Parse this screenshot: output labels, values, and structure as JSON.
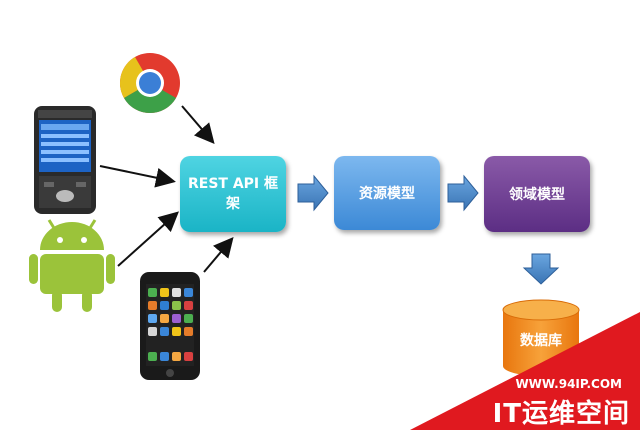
{
  "nodes": {
    "rest_api": "REST API 框架",
    "resource_model": "资源模型",
    "domain_model": "领域模型",
    "database": "数据库"
  },
  "clients": [
    "chrome-browser-icon",
    "windows-mobile-phone-icon",
    "android-icon",
    "iphone-icon"
  ],
  "watermark": {
    "url": "WWW.94IP.COM",
    "text": "IT运维空间"
  },
  "colors": {
    "rest_api": "#2cc2d2",
    "resource_model": "#5aa0e4",
    "domain_model": "#6e3f96",
    "database": "#f08a1c",
    "arrow_block": "#4a88c8",
    "watermark_bg": "#e0191f"
  }
}
